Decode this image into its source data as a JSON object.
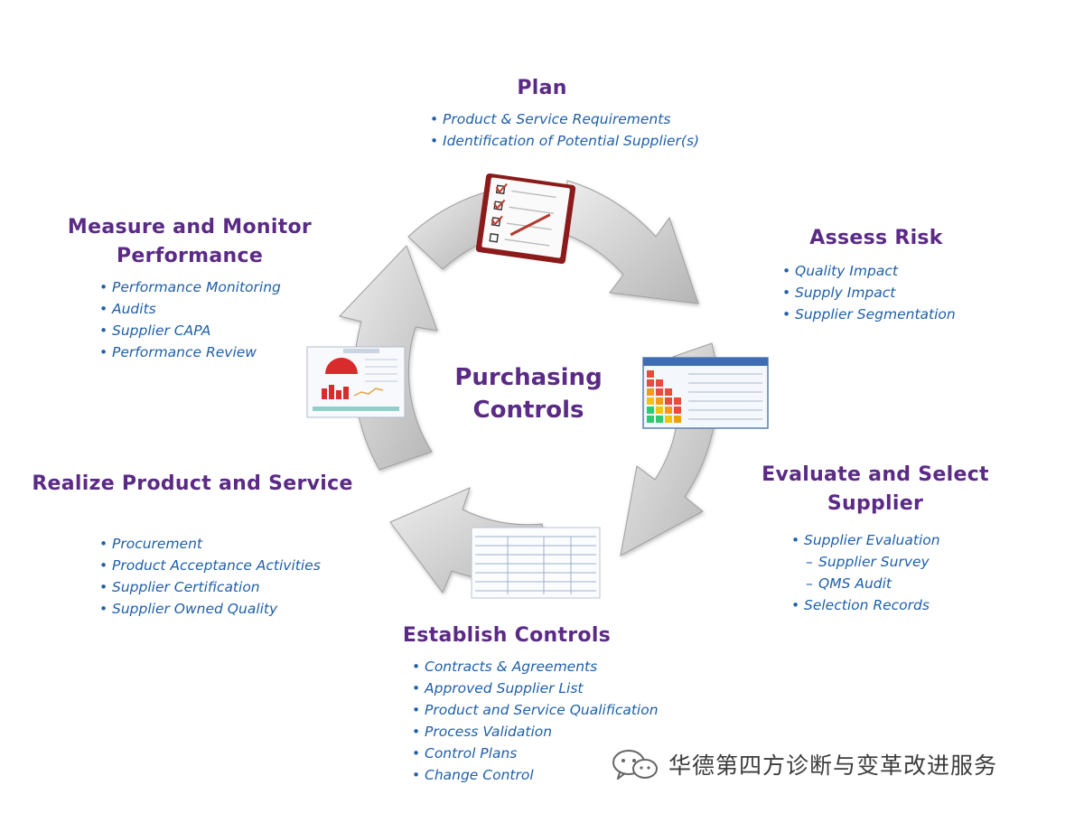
{
  "center_title_lines": [
    "Purchasing",
    "Controls"
  ],
  "stages": {
    "plan": {
      "title_lines": [
        "Plan"
      ],
      "items": [
        {
          "text": "Product & Service  Requirements",
          "level": 0
        },
        {
          "text": "Identification of Potential Supplier(s)",
          "level": 0
        }
      ]
    },
    "assess_risk": {
      "title_lines": [
        "Assess Risk"
      ],
      "items": [
        {
          "text": "Quality Impact",
          "level": 0
        },
        {
          "text": "Supply Impact",
          "level": 0
        },
        {
          "text": "Supplier Segmentation",
          "level": 0
        }
      ]
    },
    "evaluate_select": {
      "title_lines": [
        "Evaluate and Select",
        "Supplier"
      ],
      "items": [
        {
          "text": "Supplier Evaluation",
          "level": 0
        },
        {
          "text": "Supplier Survey",
          "level": 1
        },
        {
          "text": "QMS Audit",
          "level": 1
        },
        {
          "text": "Selection Records",
          "level": 0
        }
      ]
    },
    "establish_controls": {
      "title_lines": [
        "Establish Controls"
      ],
      "items": [
        {
          "text": "Contracts & Agreements",
          "level": 0
        },
        {
          "text": "Approved Supplier List",
          "level": 0
        },
        {
          "text": "Product and Service Qualification",
          "level": 0
        },
        {
          "text": "Process Validation",
          "level": 0
        },
        {
          "text": "Control Plans",
          "level": 0
        },
        {
          "text": "Change Control",
          "level": 0
        }
      ]
    },
    "realize_product": {
      "title_lines": [
        "Realize Product and Service"
      ],
      "items": [
        {
          "text": "Procurement",
          "level": 0
        },
        {
          "text": "Product Acceptance Activities",
          "level": 0
        },
        {
          "text": "Supplier Certification",
          "level": 0
        },
        {
          "text": "Supplier Owned Quality",
          "level": 0
        }
      ]
    },
    "measure_monitor": {
      "title_lines": [
        "Measure and Monitor",
        "Performance"
      ],
      "items": [
        {
          "text": "Performance Monitoring",
          "level": 0
        },
        {
          "text": "Audits",
          "level": 0
        },
        {
          "text": "Supplier CAPA",
          "level": 0
        },
        {
          "text": "Performance Review",
          "level": 0
        }
      ]
    }
  },
  "icons": {
    "plan": "checklist-clipboard-icon",
    "assess_risk": "risk-matrix-icon",
    "establish_controls": "control-form-document-icon",
    "measure_monitor": "performance-dashboard-icon"
  },
  "watermark": {
    "text": "华德第四方诊断与变革改进服务",
    "icon": "wechat-icon"
  },
  "colors": {
    "title": "#5b2a86",
    "bullet_text": "#1f5fa8",
    "cycle_arrow": "#c9c9c9"
  }
}
